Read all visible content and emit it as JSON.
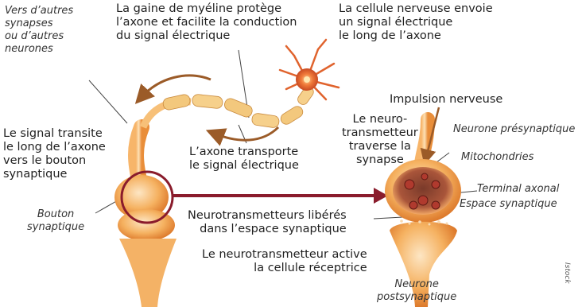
{
  "labels": {
    "other_synapses": "Vers d’autres\nsynapses\nou d’autres\nneurones",
    "myelin": "La gaine de myéline protège\nl’axone et facilite la conduction\ndu signal électrique",
    "cell_sends": "La cellule nerveuse envoie\nun signal électrique\nle long de l’axone",
    "signal_transits": "Le signal transite\nle long de l’axone\nvers le bouton\nsynaptique",
    "axon_carries": "L’axone transporte\nle signal électrique",
    "bouton": "Bouton\nsynaptique",
    "impulse": "Impulsion nerveuse",
    "presynaptic": "Neurone présynaptique",
    "neurotransmitter_crosses": "Le neuro-\ntransmetteur\ntraverse la\nsynapse",
    "mitochondria": "Mitochondries",
    "terminal": "Terminal axonal",
    "synaptic_space": "Espace synaptique",
    "released": "Neurotransmetteurs libérés\ndans l’espace synaptique",
    "activates": "Le neurotransmetteur active\nla cellule réceptrice",
    "postsynaptic": "Neurone\npostsynaptique",
    "credit": "Istock"
  },
  "colors": {
    "neuron_light": "#f8c98a",
    "neuron_mid": "#f0a24a",
    "neuron_dark": "#d9782a",
    "myelin": "#f3c87d",
    "cell_body": "#e8552a",
    "arrow_brown": "#9b5b28",
    "zoom_arrow": "#8a1c2c",
    "leader": "#444444"
  }
}
